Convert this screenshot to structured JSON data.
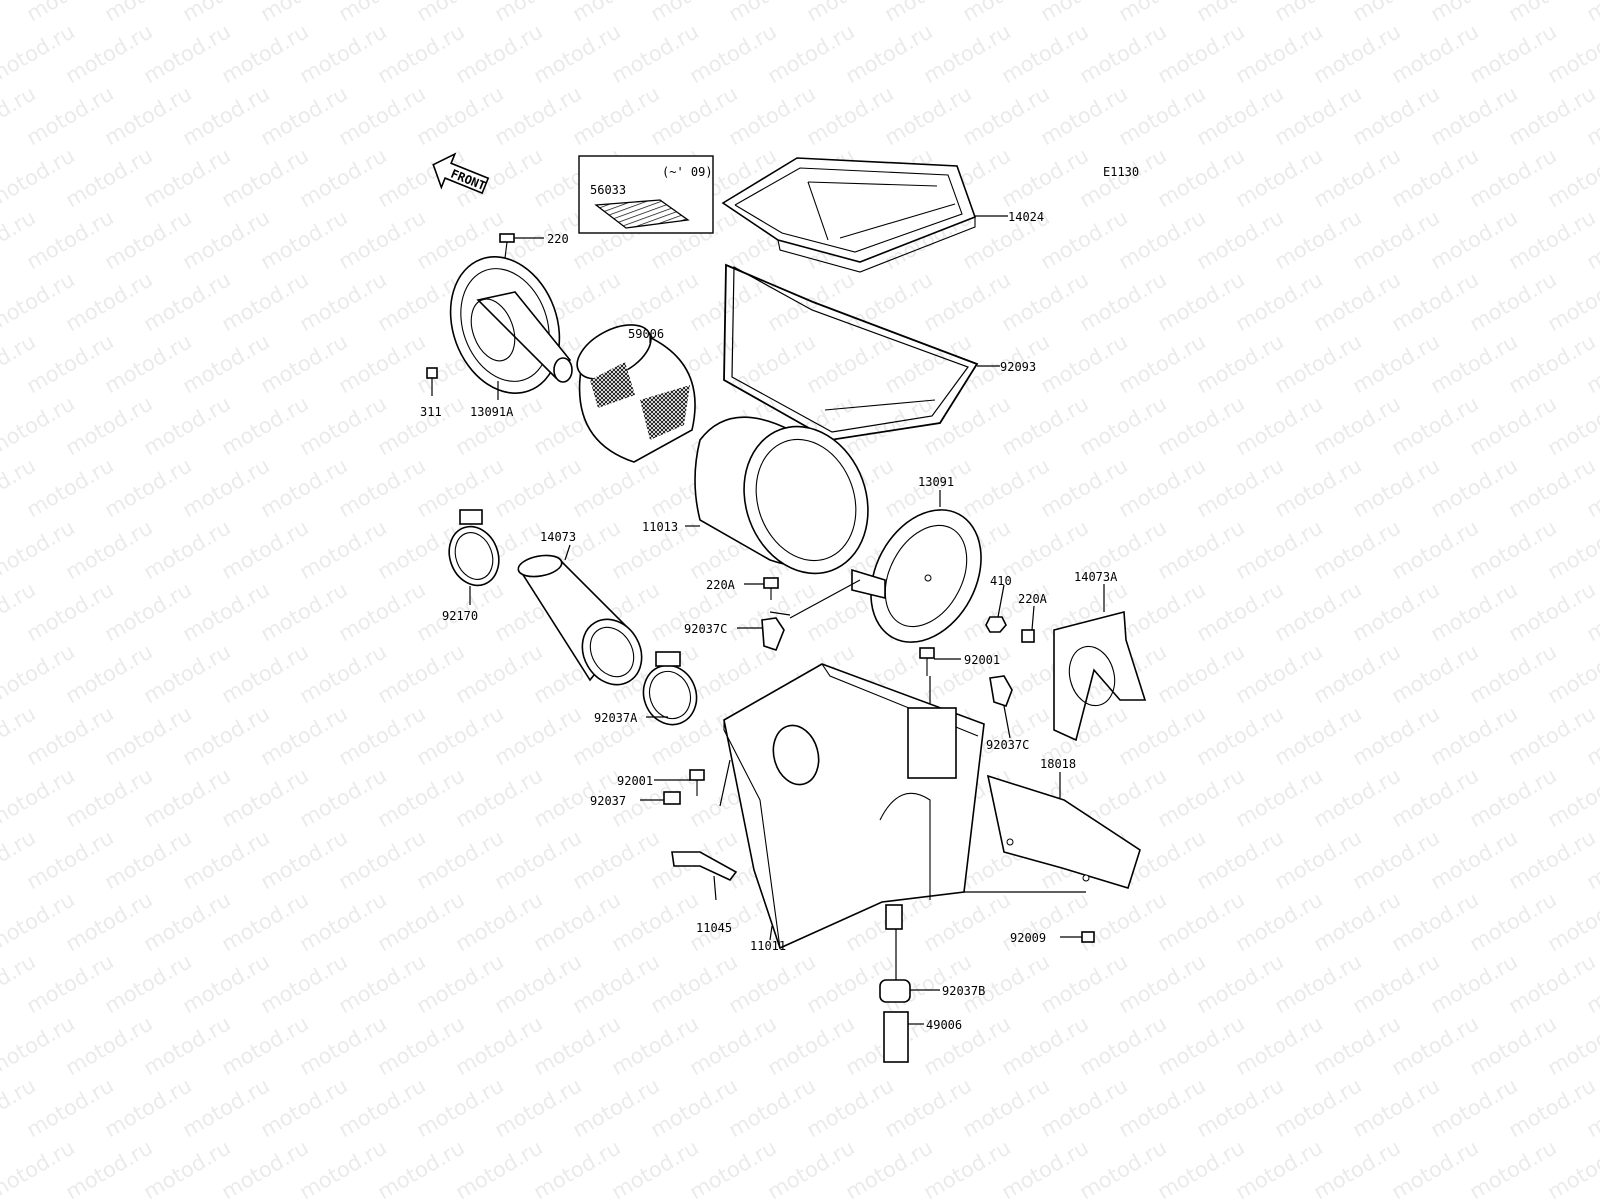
{
  "diagram_code": "E1130",
  "watermark": "motod.ru",
  "front_arrow": "FRONT",
  "inset": {
    "part": "56033",
    "note": "(~' 09)"
  },
  "part_labels": {
    "p14024": "14024",
    "p220": "220",
    "p13091A": "13091A",
    "p311": "311",
    "p59006": "59006",
    "p92093": "92093",
    "p11013": "11013",
    "p13091": "13091",
    "p14073": "14073",
    "p92170": "92170",
    "p220A_left": "220A",
    "p410": "410",
    "p220A_right": "220A",
    "p14073A": "14073A",
    "p92037C_top": "92037C",
    "p92001_right": "92001",
    "p92037A": "92037A",
    "p92037C_right": "92037C",
    "p92001_left": "92001",
    "p92037": "92037",
    "p18018": "18018",
    "p11045": "11045",
    "p11011": "11011",
    "p92009": "92009",
    "p92037B": "92037B",
    "p49006": "49006"
  },
  "colors": {
    "ink": "#000000",
    "background": "#ffffff"
  }
}
